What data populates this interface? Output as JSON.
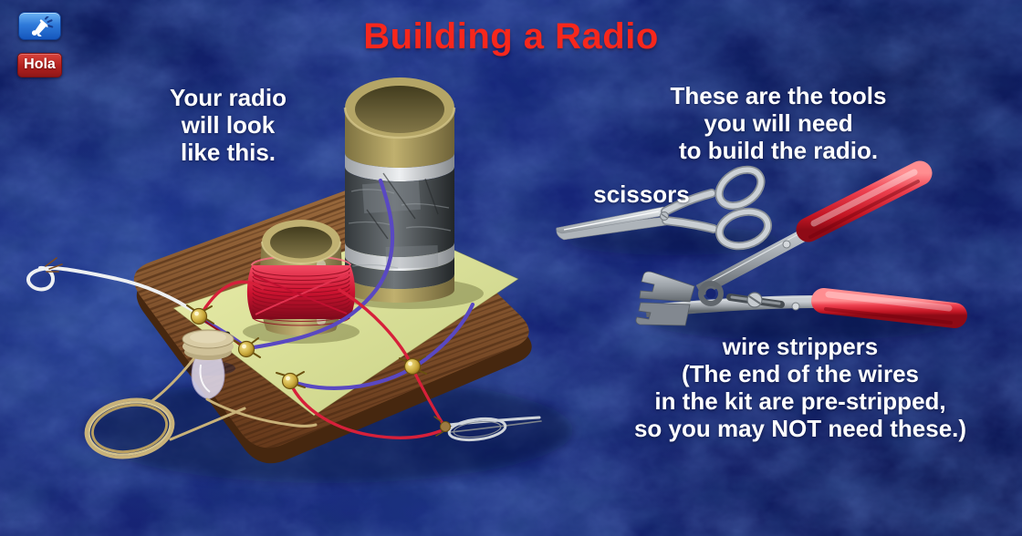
{
  "header": {
    "title": "Building a Radio",
    "title_color": "#f7271c"
  },
  "controls": {
    "audio_button": {
      "icon": "megaphone-icon"
    },
    "language_button_label": "Hola",
    "language_button_color": "#b3211f"
  },
  "radio_section": {
    "caption_lines": [
      "Your radio",
      "will look",
      "like this."
    ],
    "illustration": "crystal-radio-kit"
  },
  "tools_section": {
    "intro_lines": [
      "These are the tools",
      "you will need",
      "to build the radio."
    ],
    "scissors_label": "scissors",
    "wire_strippers_caption_lines": [
      "wire strippers",
      "(The end of the wires",
      "in the kit are pre-stripped,",
      "so you may NOT need these.)"
    ]
  },
  "colors": {
    "background": "#16287b",
    "text": "#ffffff",
    "title": "#f7271c",
    "stripper_handles": "#e03240",
    "coil_wire": "#d6203a",
    "hookup_wire_blue": "#5948c2",
    "card": "#dce396",
    "wood": "#7c4c26"
  }
}
